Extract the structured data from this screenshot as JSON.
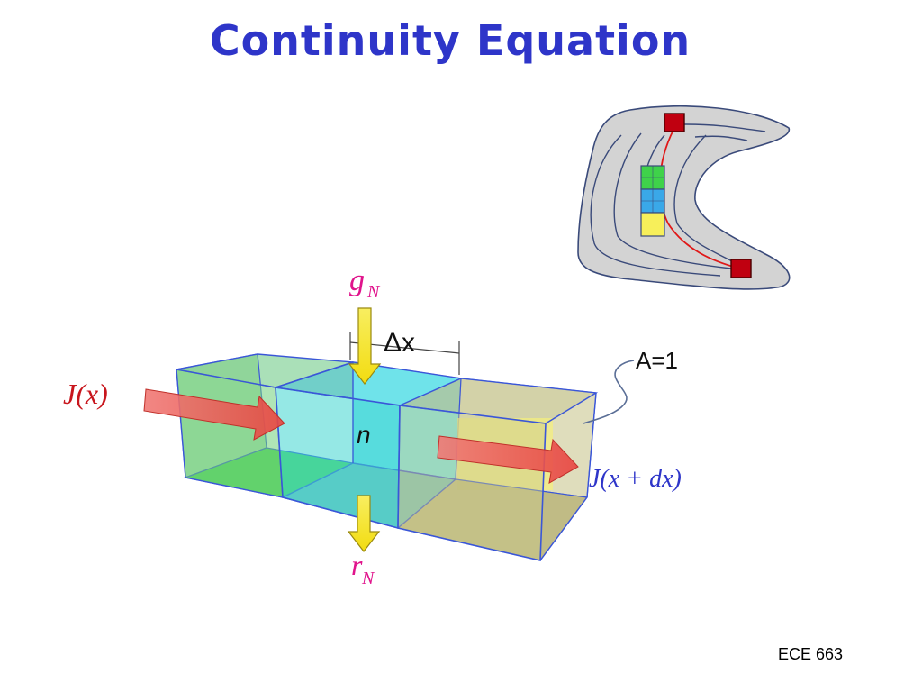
{
  "title": "Continuity Equation",
  "footer": "ECE 663",
  "labels": {
    "generation_main": "g",
    "generation_sub": "N",
    "recombination_main": "r",
    "recombination_sub": "N",
    "delta_x": "Δx",
    "density": "n",
    "area": "A=1",
    "flux_in": "J(x)",
    "flux_out": "J(x + dx)"
  },
  "colors": {
    "title": "#2e35c9",
    "math_label": "#e0148c",
    "flux_label_in": "#c8161d",
    "flux_label_out": "#2e35c9",
    "arrow_red": "#e8524d",
    "arrow_yellow": "#f5e61a",
    "box_edge": "#3a56d8",
    "green_face": "#3fd24a",
    "cyan_face": "#3ed6d0",
    "olive_face": "#c9c98a",
    "inset_fill": "#d3d3d3",
    "inset_marker": "#c00010"
  }
}
